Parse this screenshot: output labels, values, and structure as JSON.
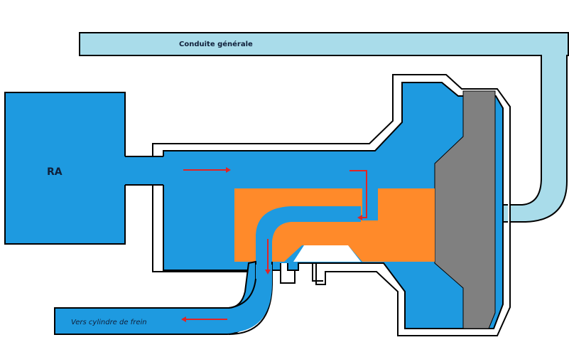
{
  "labels": {
    "main_pipe": "Conduite générale",
    "reservoir": "RA",
    "outlet": "Vers cylindre de frein"
  },
  "colors": {
    "air_blue": "#1e9ae0",
    "pipe_light": "#a9dcea",
    "piston_orange": "#ff8a2a",
    "diaphragm_gray": "#808080",
    "wall": "#000000",
    "arrow_red": "#e32424"
  }
}
